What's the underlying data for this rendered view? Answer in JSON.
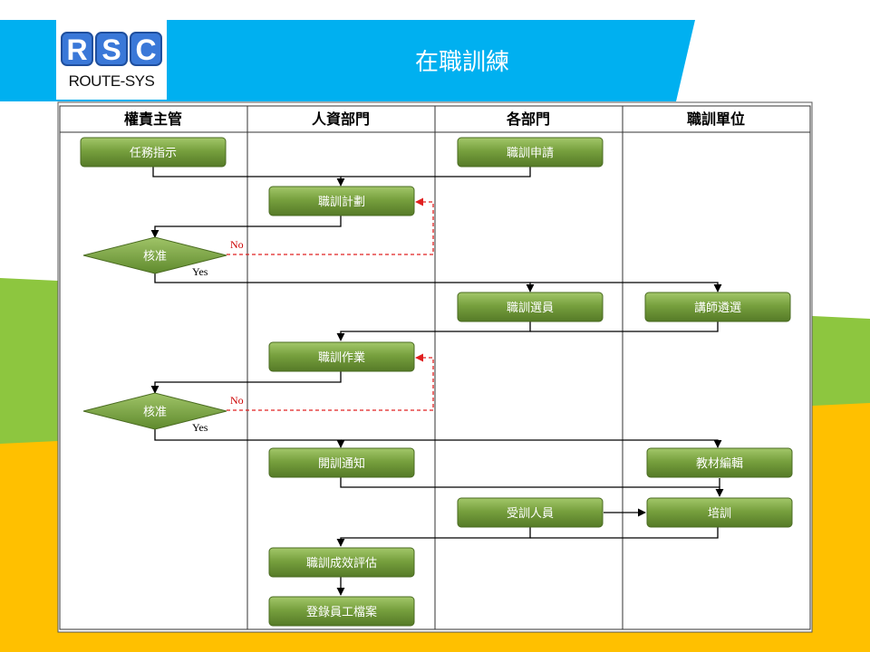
{
  "header": {
    "title": "在職訓練",
    "logo_text": "ROUTE-SYS",
    "logo_letters": "RSC"
  },
  "colors": {
    "header_blue": "#00b0f0",
    "green_band": "#8dc63f",
    "yellow_band": "#ffc000",
    "box_green": "#6e9a38",
    "no_line": "#e02020"
  },
  "lanes": [
    "權責主管",
    "人資部門",
    "各部門",
    "職訓單位"
  ],
  "nodes": {
    "task": "任務指示",
    "apply": "職訓申請",
    "plan": "職訓計劃",
    "approve1": "核准",
    "select_staff": "職訓選員",
    "select_teacher": "講師遴選",
    "operation": "職訓作業",
    "approve2": "核准",
    "notice": "開訓通知",
    "material": "教材編輯",
    "trainee": "受訓人員",
    "training": "培訓",
    "evaluate": "職訓成效評估",
    "archive": "登錄員工檔案"
  },
  "labels": {
    "yes": "Yes",
    "no": "No"
  }
}
